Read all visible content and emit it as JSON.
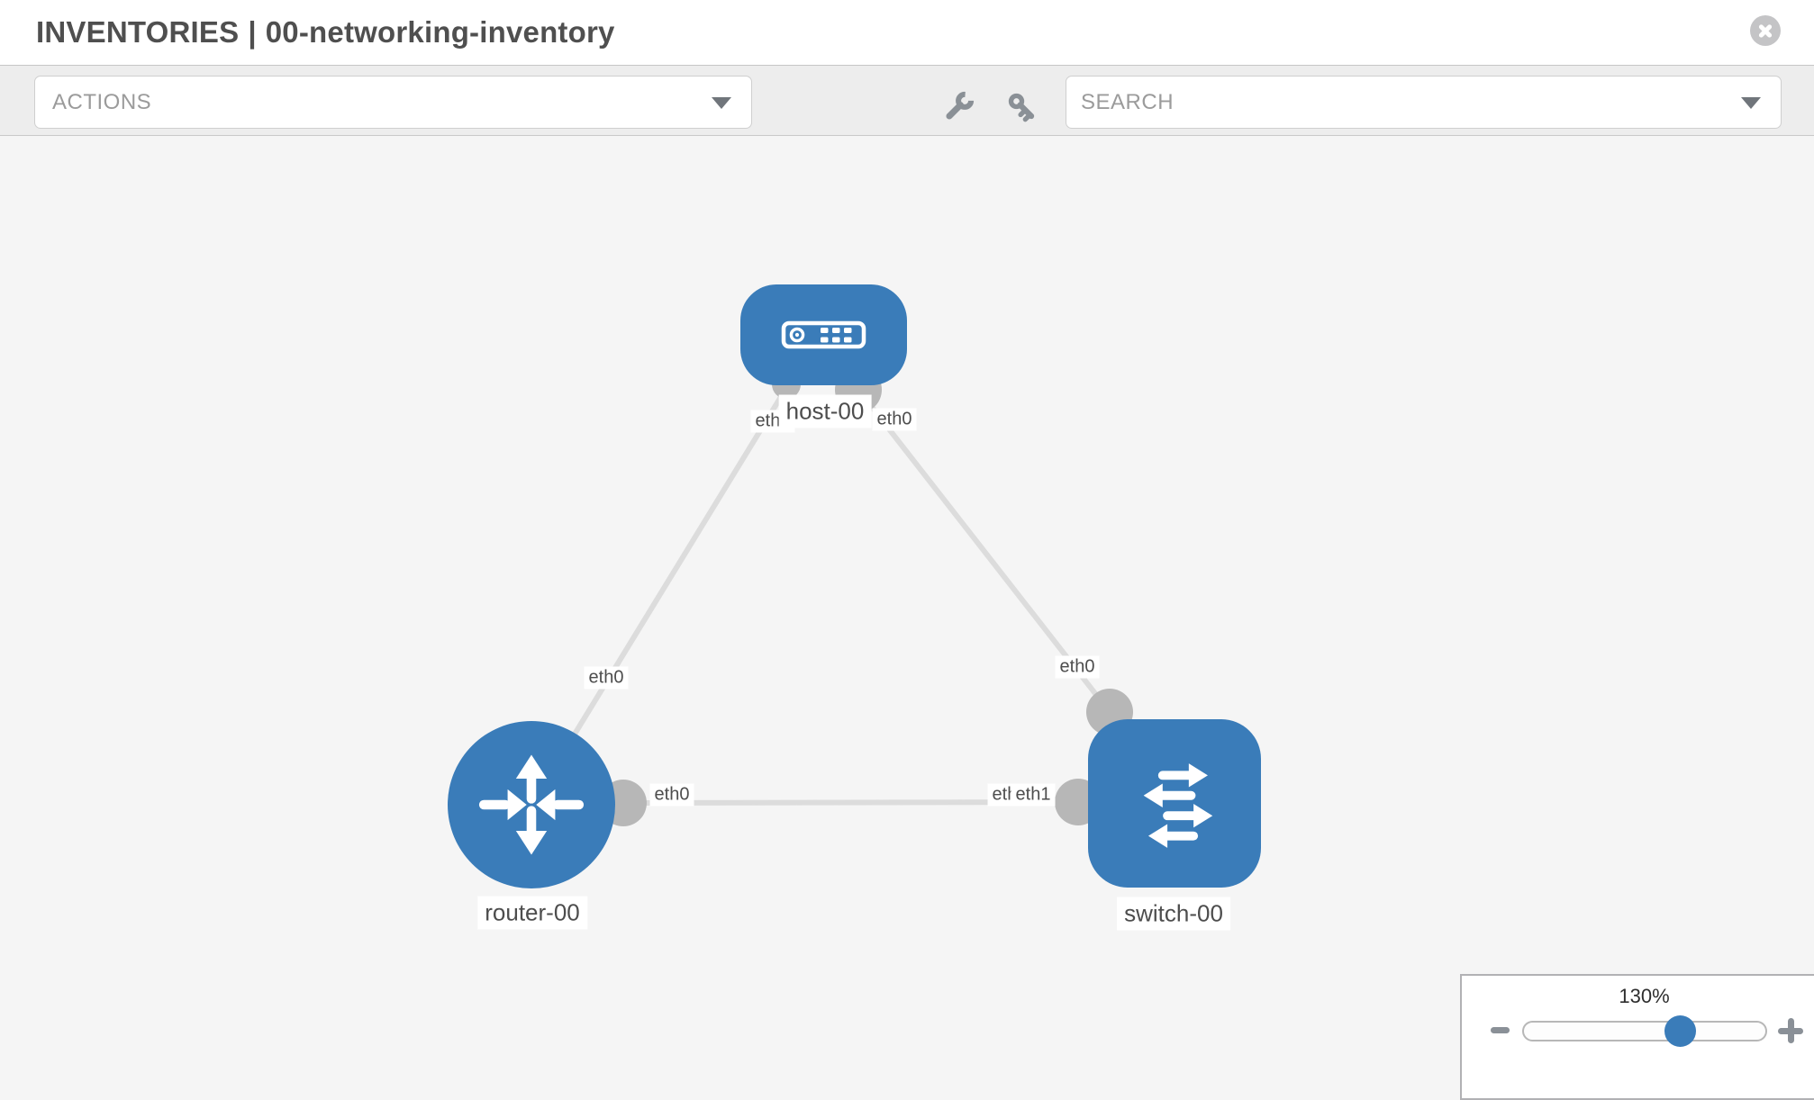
{
  "header": {
    "section": "INVENTORIES",
    "separator": "|",
    "inventory_name": "00-networking-inventory",
    "close_icon": "close-icon"
  },
  "toolbar": {
    "actions_dropdown": {
      "placeholder": "ACTIONS",
      "chevron_icon": "chevron-down-icon"
    },
    "tools": [
      {
        "icon": "wrench-icon"
      },
      {
        "icon": "key-icon"
      }
    ],
    "search_dropdown": {
      "placeholder": "SEARCH",
      "chevron_icon": "chevron-down-icon"
    }
  },
  "topology": {
    "nodes": [
      {
        "label": "host-00",
        "type": "host",
        "icon": "host-icon"
      },
      {
        "label": "router-00",
        "type": "router",
        "icon": "router-icon"
      },
      {
        "label": "switch-00",
        "type": "switch",
        "icon": "switch-icon"
      }
    ],
    "interface_labels": {
      "host_left": "eth0",
      "host_right": "eth0",
      "router_uplink": "eth0",
      "switch_uplink": "eth0",
      "router_right": "eth0",
      "switch_left_hidden": "eth0",
      "switch_left": "eth1"
    },
    "links": [
      {
        "from": "host-00",
        "from_iface": "eth0",
        "to": "router-00",
        "to_iface": "eth0"
      },
      {
        "from": "host-00",
        "from_iface": "eth0",
        "to": "switch-00",
        "to_iface": "eth0"
      },
      {
        "from": "router-00",
        "from_iface": "eth0",
        "to": "switch-00",
        "to_iface": "eth1"
      }
    ]
  },
  "zoom_control": {
    "level_label": "130%",
    "percent": 130,
    "minus_icon": "minus-icon",
    "plus_icon": "plus-icon"
  },
  "colors": {
    "node_blue": "#3a7cb9",
    "link_gray": "#dcdcdc",
    "connector_gray": "#b7b7b7",
    "canvas_bg": "#f5f5f5",
    "toolbar_bg": "#ededed",
    "slider_handle_blue": "#3a7cb9"
  }
}
